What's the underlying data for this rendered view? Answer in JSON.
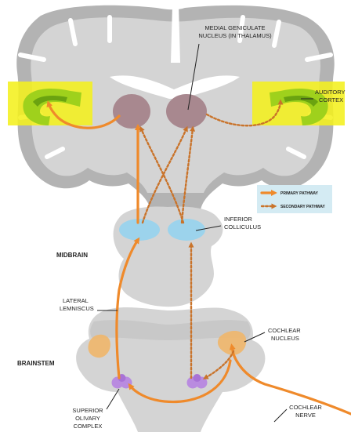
{
  "labels": {
    "medial_geniculate_1": "MEDIAL GENICULATE",
    "medial_geniculate_2": "NUCLEUS (IN THALAMUS)",
    "auditory_cortex_1": "AUDITORY",
    "auditory_cortex_2": "CORTEX",
    "inferior_colliculus_1": "INFERIOR",
    "inferior_colliculus_2": "COLLICULUS",
    "midbrain": "MIDBRAIN",
    "lateral_lemniscus_1": "LATERAL",
    "lateral_lemniscus_2": "LEMNISCUS",
    "cochlear_nucleus_1": "COCHLEAR",
    "cochlear_nucleus_2": "NUCLEUS",
    "brainstem": "BRAINSTEM",
    "superior_olivary_1": "SUPERIOR",
    "superior_olivary_2": "OLIVARY",
    "superior_olivary_3": "COMPLEX",
    "cochlear_nerve_1": "COCHLEAR",
    "cochlear_nerve_2": "NERVE"
  },
  "legend": {
    "primary": "PRIMARY PATHWAY",
    "secondary": "SECONDARY PATHWAY"
  },
  "colors": {
    "primary_pathway": "#ef8a2b",
    "secondary_pathway": "#c9732a",
    "highlight_band": "#f4f01e",
    "cortex": "#9fd11c",
    "thalamus": "#a8888f",
    "colliculus": "#9cd3ec",
    "cochlear_nucleus": "#efb66a",
    "olivary": "#b98be0",
    "brain_tissue": "#d4d4d4",
    "gyri": "#b3b3b3"
  }
}
